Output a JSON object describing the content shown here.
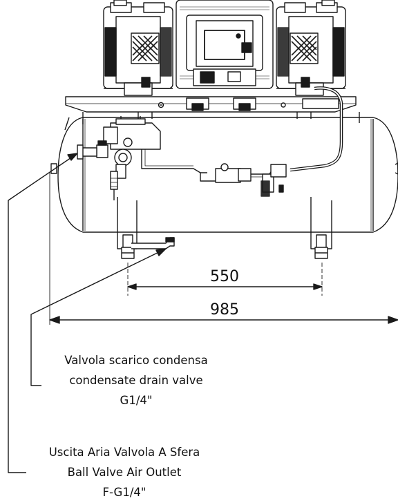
{
  "dimensions": {
    "inner": "550",
    "overall": "985"
  },
  "labels": {
    "drain_valve": {
      "line1": "Valvola scarico condensa",
      "line2": "condensate drain valve",
      "line3": "G1/4\""
    },
    "air_outlet": {
      "line1": "Uscita Aria Valvola A Sfera",
      "line2": "Ball Valve Air Outlet",
      "line3": "F-G1/4\""
    }
  },
  "colors": {
    "line": "#1a1a1a",
    "fill": "#ffffff"
  }
}
